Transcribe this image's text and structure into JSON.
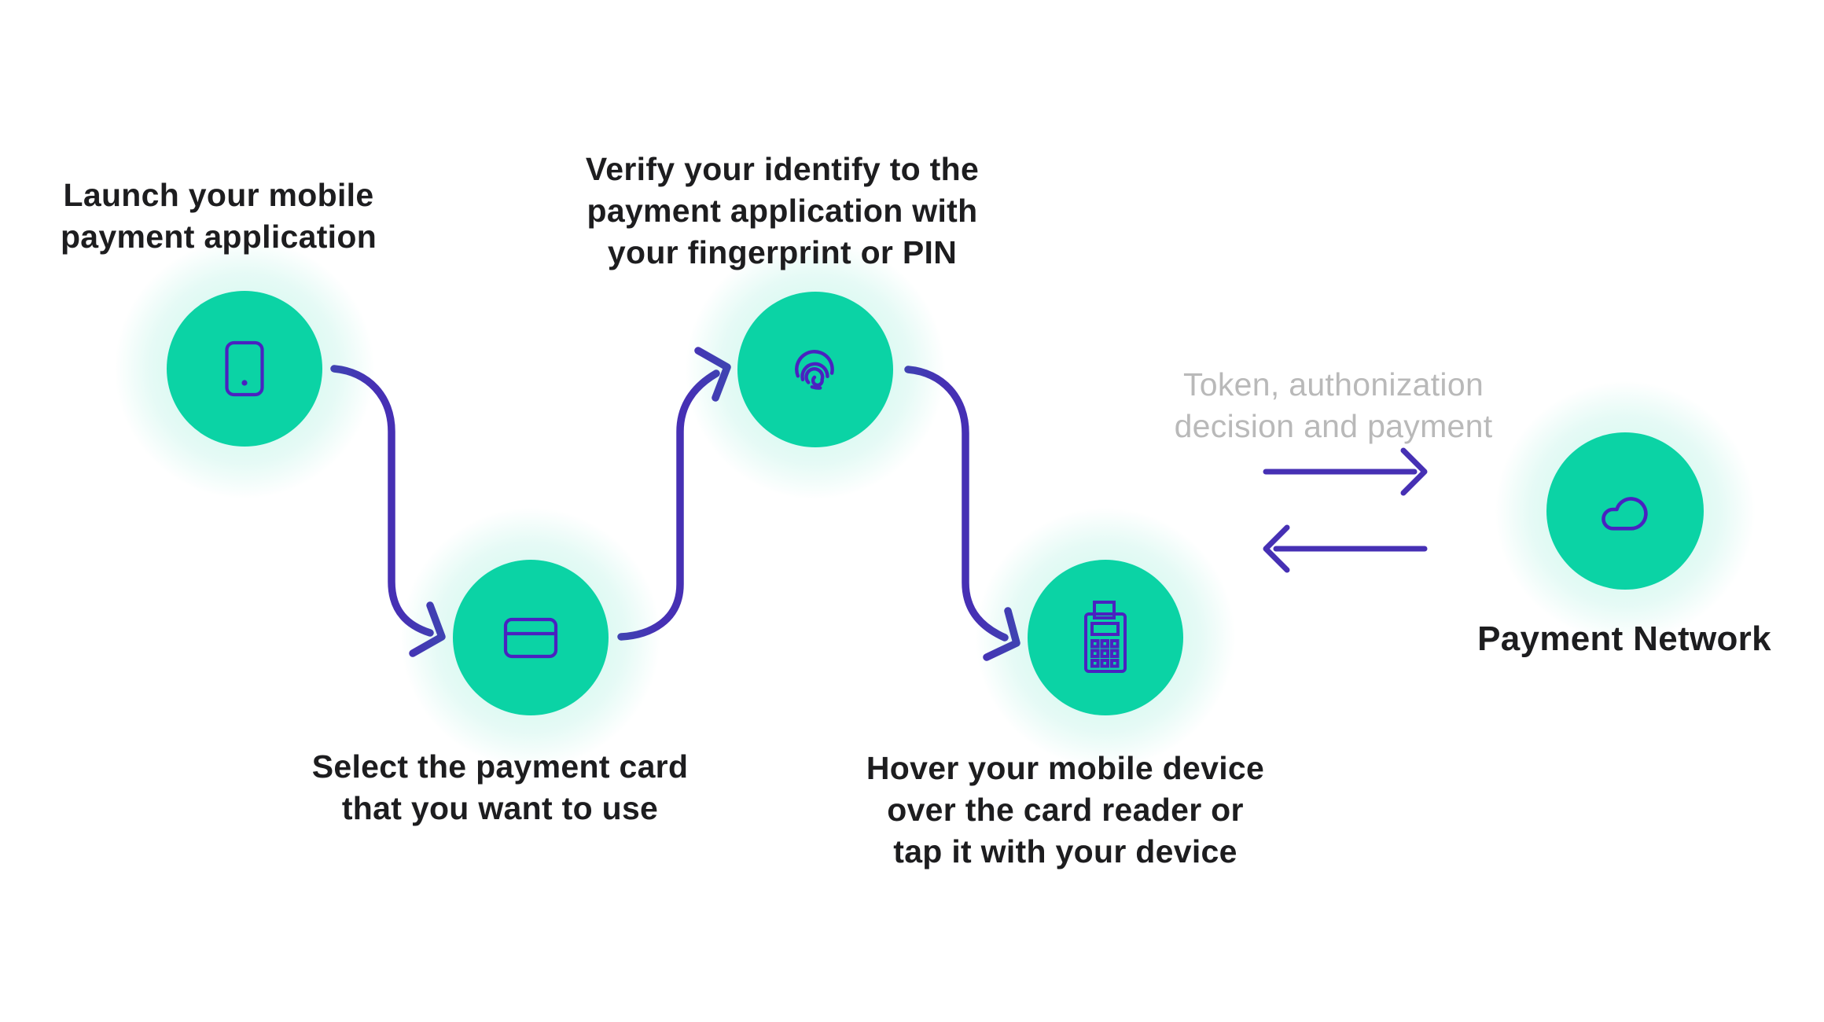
{
  "title": "Mobile payment flow diagram",
  "colors": {
    "background": "#ffffff",
    "teal": "#0bd3a5",
    "glow_mint": "#ccf5ea",
    "arrow_purple": "#4630b4",
    "icon_purple": "#4a22c0",
    "text_dark": "#1d1d1f",
    "text_gray": "#b9b9b9"
  },
  "steps": [
    {
      "id": 1,
      "icon": "smartphone-icon",
      "lines": [
        "Launch your mobile",
        "payment application"
      ]
    },
    {
      "id": 2,
      "icon": "fingerprint-icon",
      "lines": [
        "Verify your identify to the",
        "payment application with",
        "your fingerprint or PIN"
      ]
    },
    {
      "id": 3,
      "icon": "credit-card-icon",
      "lines": [
        "Select the payment card",
        "that you want to use"
      ]
    },
    {
      "id": 4,
      "icon": "card-reader-icon",
      "lines": [
        "Hover your mobile device",
        "over the card reader or",
        "tap it with your device"
      ]
    }
  ],
  "token_flow": {
    "lines": [
      "Token, authonization",
      "decision and payment"
    ],
    "arrows": [
      "right",
      "left"
    ]
  },
  "network": {
    "icon": "cloud-icon",
    "label": "Payment Network"
  }
}
